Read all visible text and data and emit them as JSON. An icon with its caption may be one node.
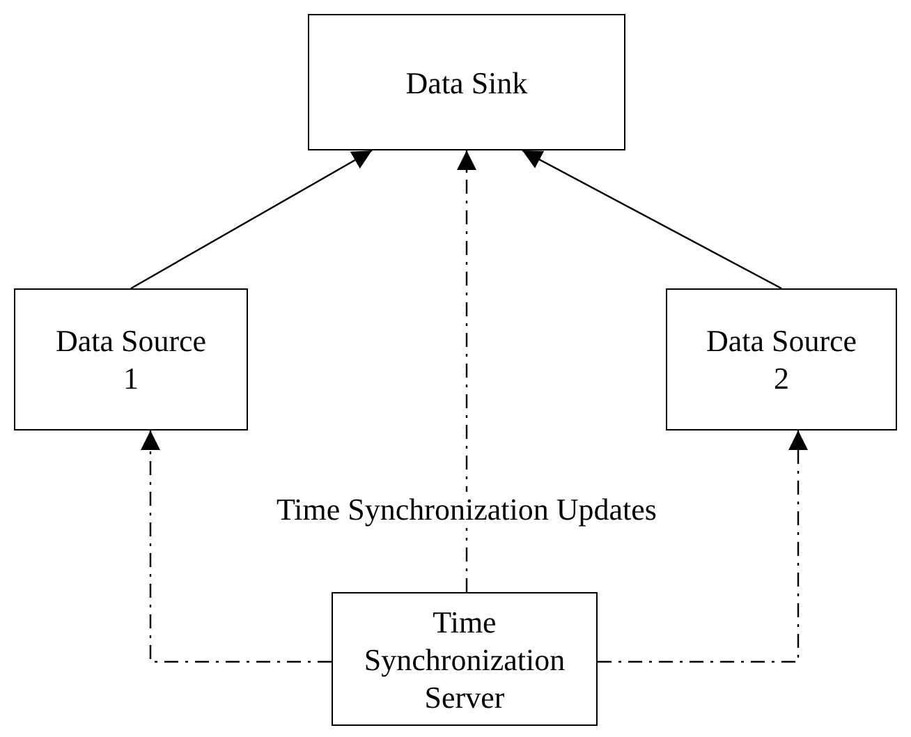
{
  "diagram": {
    "nodes": [
      {
        "text": [
          "Data Sink"
        ]
      },
      {
        "text": [
          "Data Source 1"
        ]
      },
      {
        "text": [
          "Data Source 2"
        ]
      },
      {
        "text": [
          "Time Synchronization Server"
        ]
      }
    ],
    "edges": [
      {
        "from": 1,
        "to": 0,
        "arrow": "to"
      },
      {
        "from": 2,
        "to": 0,
        "arrow": "to"
      },
      {
        "from": 3,
        "to": 0,
        "arrow": "to",
        "style": "dashed",
        "label": "Time Synchronization Updates"
      },
      {
        "from": 3,
        "to": 1,
        "arrow": "to",
        "style": "dashed"
      },
      {
        "from": 3,
        "to": 2,
        "arrow": "to",
        "style": "dashed"
      }
    ]
  }
}
